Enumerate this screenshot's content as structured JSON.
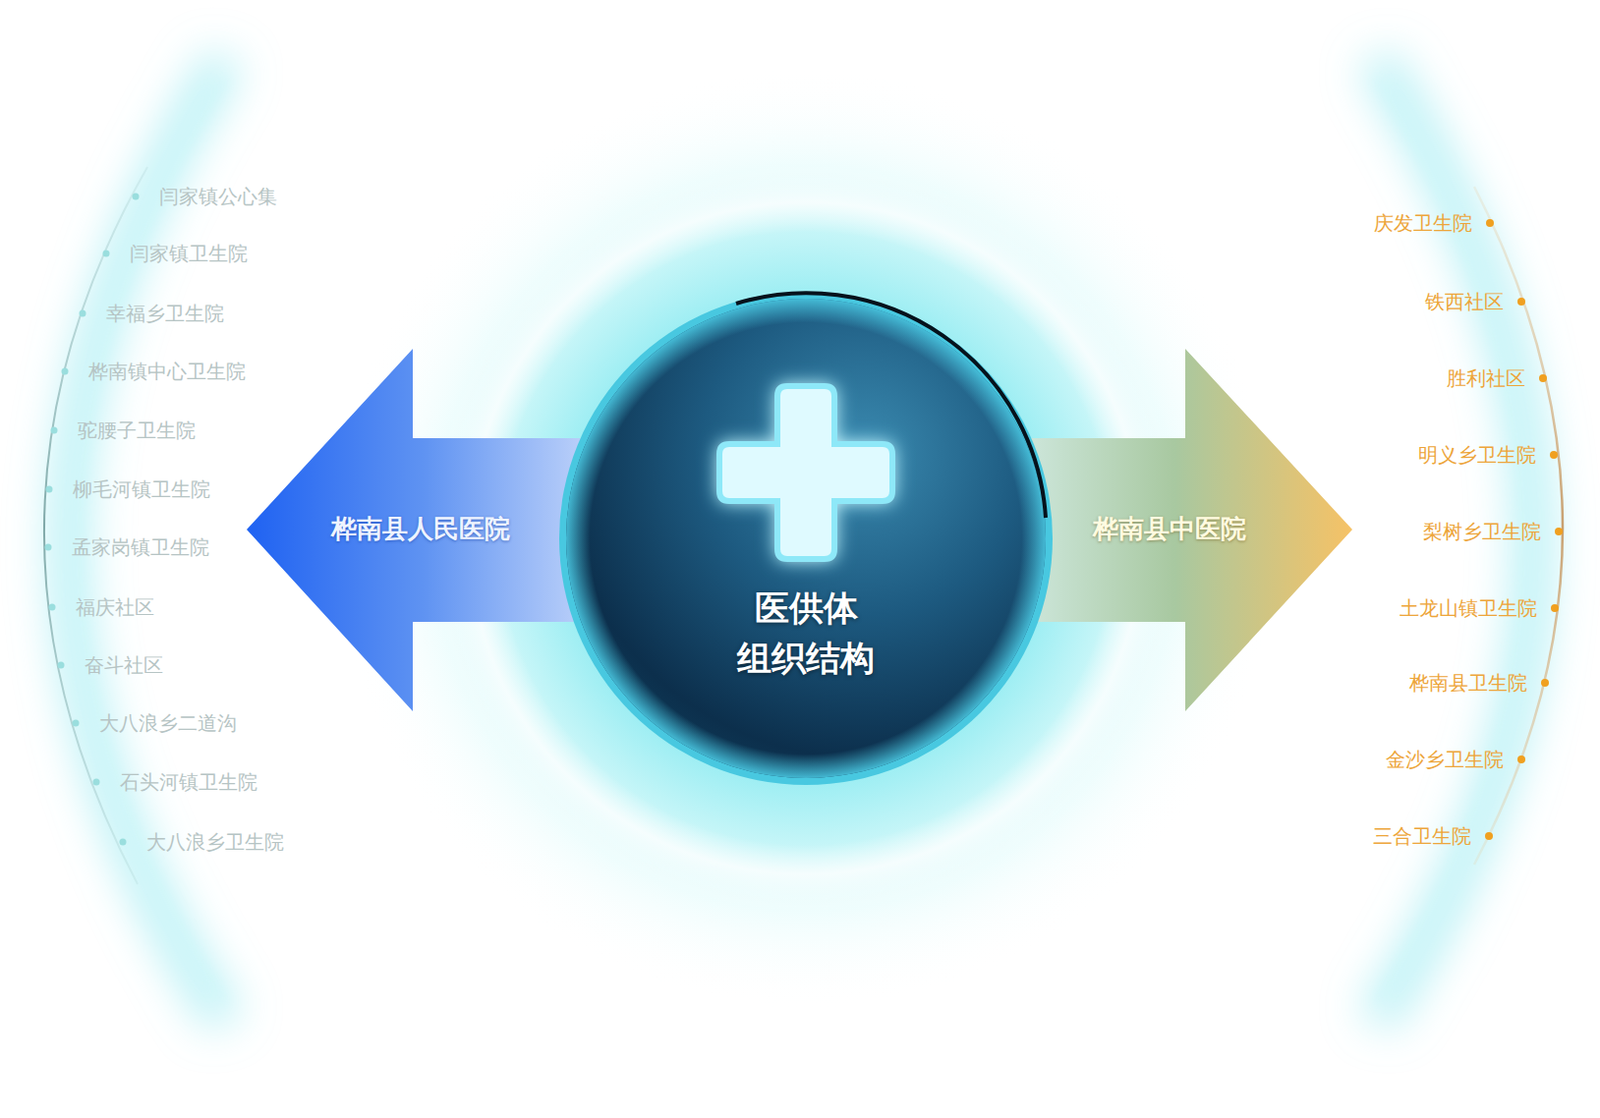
{
  "diagram": {
    "nodes": [
      {
        "text": [
          "桦南县人民医院"
        ]
      },
      {
        "text": [
          "医供体 组织结构"
        ]
      },
      {
        "text": [
          "桦南县中医院"
        ]
      }
    ],
    "labels": [
      "闫家镇公心集",
      "闫家镇卫生院",
      "幸福乡卫生院",
      "桦南镇中心卫生院",
      "驼腰子卫生院",
      "柳毛河镇卫生院",
      "孟家岗镇卫生院",
      "福庆社区",
      "奋斗社区",
      "大八浪乡二道沟",
      "石头河镇卫生院",
      "大八浪乡卫生院",
      "庆发卫生院",
      "铁西社区",
      "胜利社区",
      "明义乡卫生院",
      "梨树乡卫生院",
      "土龙山镇卫生院",
      "桦南县卫生院",
      "金沙乡卫生院",
      "三合卫生院"
    ]
  }
}
